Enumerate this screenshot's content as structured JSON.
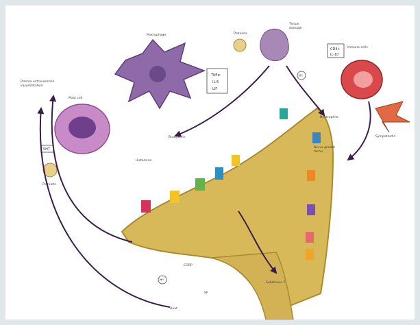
{
  "labels": {
    "plasma_extravasation": [
      "Plasma extravasation",
      "vasodilatation"
    ],
    "mast_cell": "Mast cell",
    "platelets_left": "Platelets",
    "histamine": "Histamine",
    "bradykinin": "Bradykinin",
    "macrophage": "Macrophage",
    "platelets_top": "Platelets",
    "tissue_damage": [
      "Tissue",
      "damage"
    ],
    "immune_cells": "Immune cells",
    "neutrophils": "Neutrophils",
    "sympathetic": "Sympathetic",
    "nerve_growth_factor": [
      "Nerve growth",
      "factor"
    ],
    "substance_p": "Substance P",
    "heat": "Heat",
    "sp": "SP",
    "cgrp": "CGRP"
  },
  "boxes": {
    "macrophage_box": [
      "TNFα",
      "IL-6",
      "LIF"
    ],
    "immune_box": [
      "CD4+",
      "IL-10"
    ],
    "mast_box": "5HT",
    "h_circle": "H⁺",
    "h_circle_bottom": "H⁺"
  },
  "colors": {
    "nerve_fill": "#d7b95a",
    "nerve_edge": "#a98a2c",
    "arrow": "#3a1d4a",
    "mast": "#c98ac8",
    "macrophage": "#8e6aa8",
    "immune": "#d9484b"
  }
}
